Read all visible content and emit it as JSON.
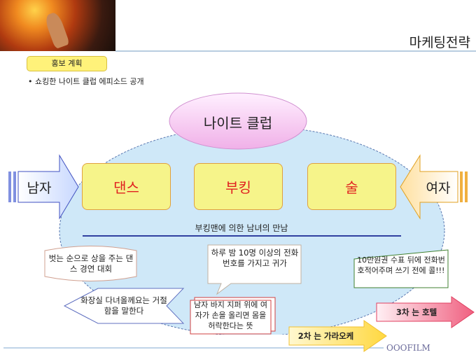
{
  "header": {
    "title": "마케팅전략"
  },
  "plan": {
    "label": "홍보 계획",
    "bullet": "쇼킹한 나이트 클럽 에피소드 공개"
  },
  "diagram": {
    "center": "나이트 클럽",
    "left_arrow": "남자",
    "right_arrow": "여자",
    "boxes": [
      "댄스",
      "부킹",
      "술"
    ],
    "caption": "부킹맨에 의한 남녀의 만남",
    "notes": {
      "dance": "벗는 순으로 상을 주는 댄스 경연 대회",
      "restroom": "화장실 다녀올께요는 거절함을 말한다",
      "booking": "하루 밤 10명 이상의 전화번호를 가지고 귀가",
      "zipper": "남자 바지 지퍼 위에 여자가 손을 올리면 몸을 허락한다는 뜻",
      "check": "10만원권 수표 뒤에 전화번호적어주며 쓰기 전에 콜!!!"
    },
    "second": "2차 는 가라오케",
    "third": "3차 는 호텔"
  },
  "footer": "OOOFILM"
}
